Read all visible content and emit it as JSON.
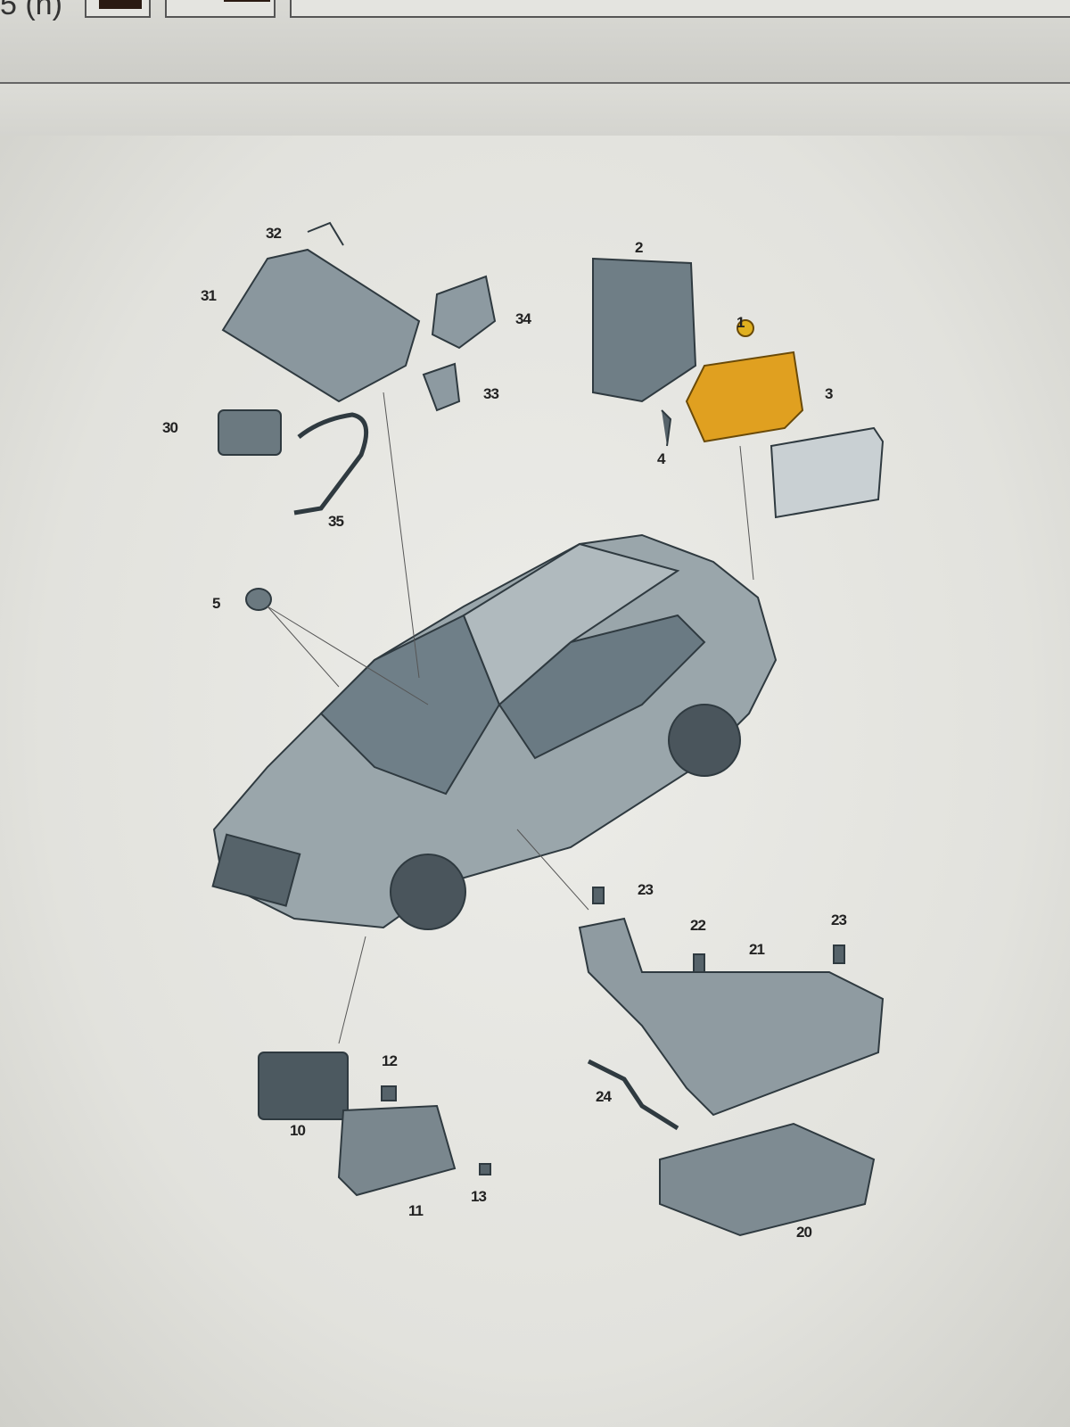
{
  "toolbar": {
    "partial_text": "5 (h)"
  },
  "diagram": {
    "highlight_color": "#e0a020",
    "part_color": "#5a6870",
    "labels": [
      "32",
      "31",
      "34",
      "33",
      "30",
      "35",
      "2",
      "1",
      "3",
      "4",
      "5",
      "23",
      "22",
      "21",
      "23",
      "24",
      "10",
      "12",
      "11",
      "13",
      "20"
    ]
  }
}
